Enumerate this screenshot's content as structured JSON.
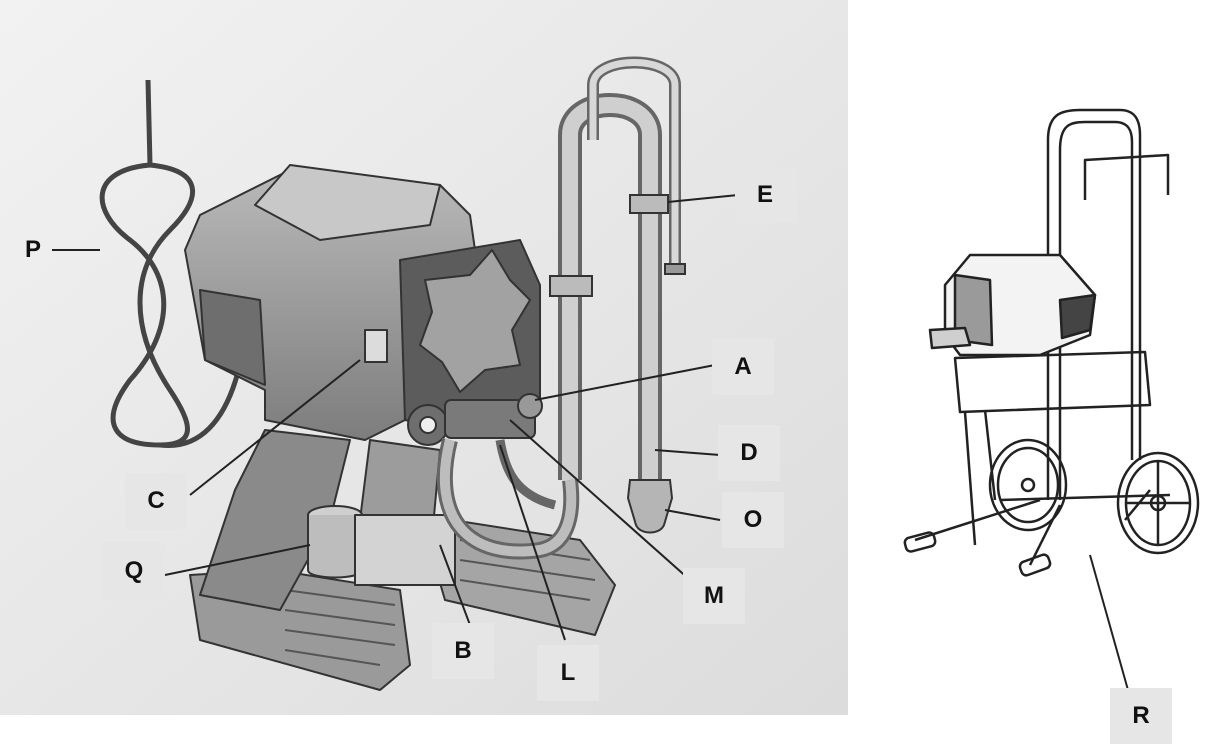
{
  "labels": {
    "P": "P",
    "C": "C",
    "Q": "Q",
    "B": "B",
    "L": "L",
    "M": "M",
    "O": "O",
    "D": "D",
    "A": "A",
    "E": "E",
    "R": "R"
  },
  "colors": {
    "background": "#ffffff",
    "panel": "#e8e8e8",
    "outline": "#333333",
    "label_box": "#e9e9e9"
  }
}
